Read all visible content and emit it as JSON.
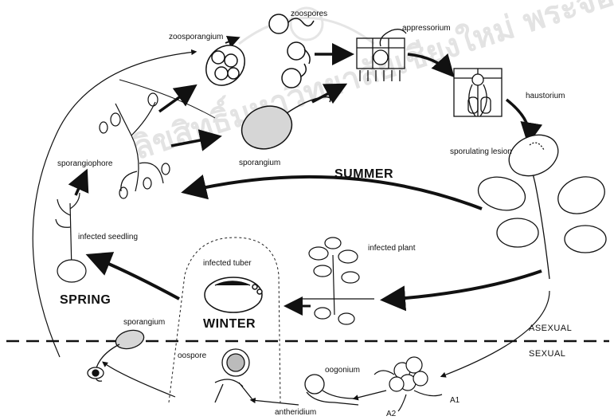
{
  "labels": {
    "zoospores": "zoospores",
    "zoosporangium": "zoosporangium",
    "appressorium": "appressorium",
    "haustorium": "haustorium",
    "sporulating_lesion": "sporulating lesion",
    "sporangium_top": "sporangium",
    "sporangiophore": "sporangiophore",
    "infected_seedling": "infected seedling",
    "infected_plant": "infected plant",
    "infected_tuber": "infected tuber",
    "sporangium_bottom": "sporangium",
    "oospore": "oospore",
    "oogonium": "oogonium",
    "antheridium": "antheridium",
    "a1": "A1",
    "a2": "A2"
  },
  "seasons": {
    "summer": "SUMMER",
    "spring": "SPRING",
    "winter": "WINTER"
  },
  "reproduction": {
    "asexual": "ASEXUAL",
    "sexual": "SEXUAL"
  },
  "watermark": "ลิขสิทธิ์มหาวิทยาลัยเชียงใหม่ พระจอมเกล้า"
}
